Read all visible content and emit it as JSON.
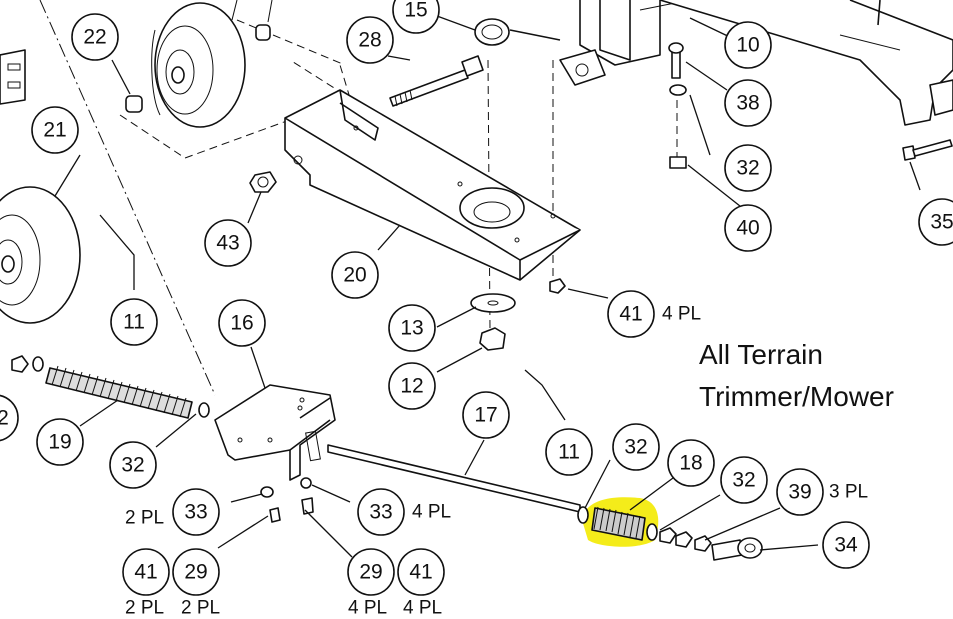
{
  "diagram": {
    "title_lines": [
      "All Terrain",
      "Trimmer/Mower"
    ],
    "highlight_color": "#f4ec1a",
    "callouts": [
      {
        "id": "c15",
        "label": "15"
      },
      {
        "id": "c22",
        "label": "22"
      },
      {
        "id": "c28",
        "label": "28"
      },
      {
        "id": "c10",
        "label": "10"
      },
      {
        "id": "c38",
        "label": "38"
      },
      {
        "id": "c21",
        "label": "21"
      },
      {
        "id": "c32a",
        "label": "32"
      },
      {
        "id": "c43",
        "label": "43"
      },
      {
        "id": "c40",
        "label": "40"
      },
      {
        "id": "c35",
        "label": "35"
      },
      {
        "id": "c20",
        "label": "20"
      },
      {
        "id": "c11a",
        "label": "11"
      },
      {
        "id": "c41a",
        "label": "41"
      },
      {
        "id": "c16",
        "label": "16"
      },
      {
        "id": "c13",
        "label": "13"
      },
      {
        "id": "c12",
        "label": "12"
      },
      {
        "id": "c19",
        "label": "19"
      },
      {
        "id": "c32b",
        "label": "32"
      },
      {
        "id": "c17",
        "label": "17"
      },
      {
        "id": "c11b",
        "label": "11"
      },
      {
        "id": "c32c",
        "label": "32"
      },
      {
        "id": "c18",
        "label": "18"
      },
      {
        "id": "c32d",
        "label": "32"
      },
      {
        "id": "c39",
        "label": "39"
      },
      {
        "id": "c33a",
        "label": "33"
      },
      {
        "id": "c33b",
        "label": "33"
      },
      {
        "id": "c34",
        "label": "34"
      },
      {
        "id": "c41b",
        "label": "41"
      },
      {
        "id": "c29a",
        "label": "29"
      },
      {
        "id": "c29b",
        "label": "29"
      },
      {
        "id": "c41c",
        "label": "41"
      },
      {
        "id": "c2",
        "label": "2"
      }
    ],
    "qty_labels": [
      {
        "id": "q41a",
        "label": "4 PL"
      },
      {
        "id": "q39",
        "label": "3 PL"
      },
      {
        "id": "q33a",
        "label": "2 PL"
      },
      {
        "id": "q33b",
        "label": "4 PL"
      },
      {
        "id": "q41b",
        "label": "2 PL"
      },
      {
        "id": "q29a",
        "label": "2 PL"
      },
      {
        "id": "q29b",
        "label": "4 PL"
      },
      {
        "id": "q41c",
        "label": "4 PL"
      }
    ]
  }
}
